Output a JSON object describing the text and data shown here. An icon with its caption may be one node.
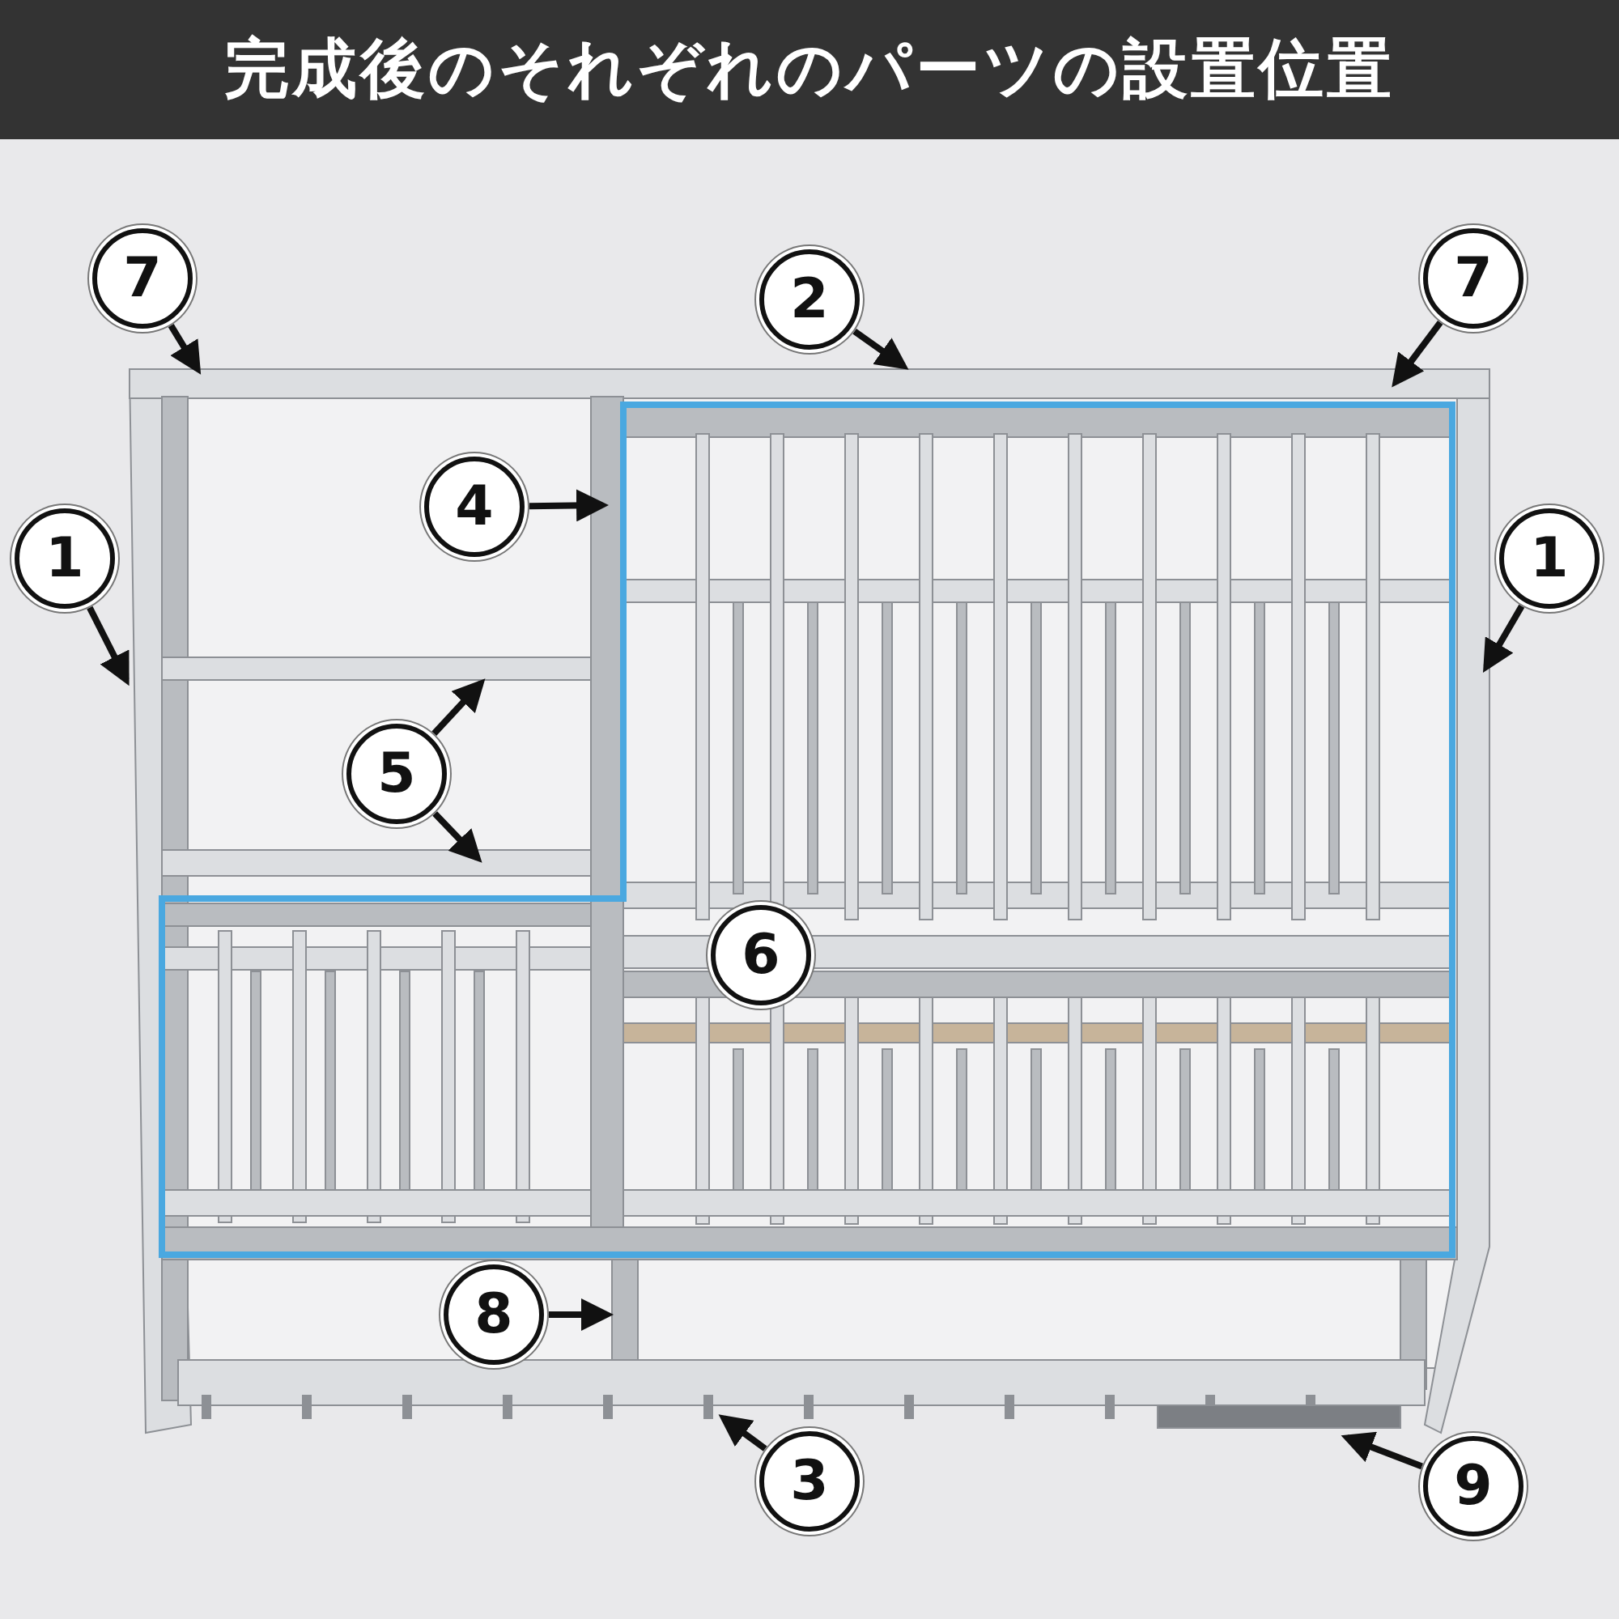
{
  "diagram": {
    "title": "完成後のそれぞれのパーツの設置位置",
    "nodes": [
      {
        "text": [
          "7"
        ]
      },
      {
        "text": [
          "2"
        ]
      },
      {
        "text": [
          "7"
        ]
      },
      {
        "text": [
          "1"
        ]
      },
      {
        "text": [
          "4"
        ]
      },
      {
        "text": [
          "1"
        ]
      },
      {
        "text": [
          "5"
        ]
      },
      {
        "text": [
          "6"
        ]
      },
      {
        "text": [
          "8"
        ]
      },
      {
        "text": [
          "3"
        ]
      },
      {
        "text": [
          "9"
        ]
      }
    ],
    "edges": [
      {
        "from": 0,
        "to": null,
        "arrow": "to"
      },
      {
        "from": 1,
        "to": null,
        "arrow": "to"
      },
      {
        "from": 2,
        "to": null,
        "arrow": "to"
      },
      {
        "from": 3,
        "to": null,
        "arrow": "to"
      },
      {
        "from": 4,
        "to": null,
        "arrow": "to"
      },
      {
        "from": 5,
        "to": null,
        "arrow": "to"
      },
      {
        "from": 6,
        "to": null,
        "arrow": "to"
      },
      {
        "from": 6,
        "to": null,
        "arrow": "to"
      },
      {
        "from": 8,
        "to": null,
        "arrow": "to"
      },
      {
        "from": 9,
        "to": null,
        "arrow": "to"
      },
      {
        "from": 10,
        "to": null,
        "arrow": "to"
      }
    ]
  }
}
